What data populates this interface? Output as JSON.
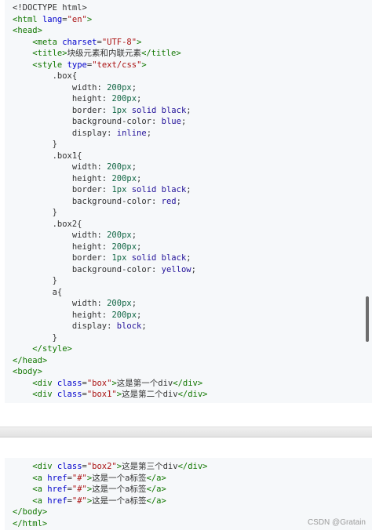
{
  "colors": {
    "tag": "#117700",
    "attr": "#0000cc",
    "string": "#aa1111",
    "number": "#116644",
    "keyword": "#221199",
    "text": "#333333",
    "background": "#f6f8fa"
  },
  "code_top": [
    [
      {
        "t": "<!DOCTYPE html>",
        "c": "plain"
      }
    ],
    [
      {
        "t": "<html ",
        "c": "tag"
      },
      {
        "t": "lang",
        "c": "attr"
      },
      {
        "t": "=",
        "c": "punc"
      },
      {
        "t": "\"en\"",
        "c": "str"
      },
      {
        "t": ">",
        "c": "tag"
      }
    ],
    [
      {
        "t": "<head>",
        "c": "tag"
      }
    ],
    [
      {
        "t": "    "
      },
      {
        "t": "<meta ",
        "c": "tag"
      },
      {
        "t": "charset",
        "c": "attr"
      },
      {
        "t": "=",
        "c": "punc"
      },
      {
        "t": "\"UTF-8\"",
        "c": "str"
      },
      {
        "t": ">",
        "c": "tag"
      }
    ],
    [
      {
        "t": "    "
      },
      {
        "t": "<title>",
        "c": "tag"
      },
      {
        "t": "块级元素和内联元素",
        "c": "plain"
      },
      {
        "t": "</title>",
        "c": "tag"
      }
    ],
    [
      {
        "t": "    "
      },
      {
        "t": "<style ",
        "c": "tag"
      },
      {
        "t": "type",
        "c": "attr"
      },
      {
        "t": "=",
        "c": "punc"
      },
      {
        "t": "\"text/css\"",
        "c": "str"
      },
      {
        "t": ">",
        "c": "tag"
      }
    ],
    [
      {
        "t": "        .box{",
        "c": "sel"
      }
    ],
    [
      {
        "t": "            width: ",
        "c": "prop"
      },
      {
        "t": "200px",
        "c": "num"
      },
      {
        "t": ";",
        "c": "punc"
      }
    ],
    [
      {
        "t": "            height: ",
        "c": "prop"
      },
      {
        "t": "200px",
        "c": "num"
      },
      {
        "t": ";",
        "c": "punc"
      }
    ],
    [
      {
        "t": "            border: ",
        "c": "prop"
      },
      {
        "t": "1px",
        "c": "num"
      },
      {
        "t": " "
      },
      {
        "t": "solid black",
        "c": "kw"
      },
      {
        "t": ";",
        "c": "punc"
      }
    ],
    [
      {
        "t": "            background-color: ",
        "c": "prop"
      },
      {
        "t": "blue",
        "c": "kw"
      },
      {
        "t": ";",
        "c": "punc"
      }
    ],
    [
      {
        "t": "            display: ",
        "c": "prop"
      },
      {
        "t": "inline",
        "c": "kw"
      },
      {
        "t": ";",
        "c": "punc"
      }
    ],
    [
      {
        "t": "        }",
        "c": "punc"
      }
    ],
    [
      {
        "t": "        .box1{",
        "c": "sel"
      }
    ],
    [
      {
        "t": "            width: ",
        "c": "prop"
      },
      {
        "t": "200px",
        "c": "num"
      },
      {
        "t": ";",
        "c": "punc"
      }
    ],
    [
      {
        "t": "            height: ",
        "c": "prop"
      },
      {
        "t": "200px",
        "c": "num"
      },
      {
        "t": ";",
        "c": "punc"
      }
    ],
    [
      {
        "t": "            border: ",
        "c": "prop"
      },
      {
        "t": "1px",
        "c": "num"
      },
      {
        "t": " "
      },
      {
        "t": "solid black",
        "c": "kw"
      },
      {
        "t": ";",
        "c": "punc"
      }
    ],
    [
      {
        "t": "            background-color: ",
        "c": "prop"
      },
      {
        "t": "red",
        "c": "kw"
      },
      {
        "t": ";",
        "c": "punc"
      }
    ],
    [
      {
        "t": "        }",
        "c": "punc"
      }
    ],
    [
      {
        "t": "        .box2{",
        "c": "sel"
      }
    ],
    [
      {
        "t": "            width: ",
        "c": "prop"
      },
      {
        "t": "200px",
        "c": "num"
      },
      {
        "t": ";",
        "c": "punc"
      }
    ],
    [
      {
        "t": "            height: ",
        "c": "prop"
      },
      {
        "t": "200px",
        "c": "num"
      },
      {
        "t": ";",
        "c": "punc"
      }
    ],
    [
      {
        "t": "            border: ",
        "c": "prop"
      },
      {
        "t": "1px",
        "c": "num"
      },
      {
        "t": " "
      },
      {
        "t": "solid black",
        "c": "kw"
      },
      {
        "t": ";",
        "c": "punc"
      }
    ],
    [
      {
        "t": "            background-color: ",
        "c": "prop"
      },
      {
        "t": "yellow",
        "c": "kw"
      },
      {
        "t": ";",
        "c": "punc"
      }
    ],
    [
      {
        "t": "        }",
        "c": "punc"
      }
    ],
    [
      {
        "t": "        a{",
        "c": "sel"
      }
    ],
    [
      {
        "t": "            width: ",
        "c": "prop"
      },
      {
        "t": "200px",
        "c": "num"
      },
      {
        "t": ";",
        "c": "punc"
      }
    ],
    [
      {
        "t": "            height: ",
        "c": "prop"
      },
      {
        "t": "200px",
        "c": "num"
      },
      {
        "t": ";",
        "c": "punc"
      }
    ],
    [
      {
        "t": "            display: ",
        "c": "prop"
      },
      {
        "t": "block",
        "c": "kw"
      },
      {
        "t": ";",
        "c": "punc"
      }
    ],
    [
      {
        "t": "        }",
        "c": "punc"
      }
    ],
    [
      {
        "t": "    "
      },
      {
        "t": "</style>",
        "c": "tag"
      }
    ],
    [
      {
        "t": "</head>",
        "c": "tag"
      }
    ],
    [
      {
        "t": "<body>",
        "c": "tag"
      }
    ],
    [
      {
        "t": "    "
      },
      {
        "t": "<div ",
        "c": "tag"
      },
      {
        "t": "class",
        "c": "attr"
      },
      {
        "t": "=",
        "c": "punc"
      },
      {
        "t": "\"box\"",
        "c": "str"
      },
      {
        "t": ">",
        "c": "tag"
      },
      {
        "t": "这是第一个div",
        "c": "plain"
      },
      {
        "t": "</div>",
        "c": "tag"
      }
    ],
    [
      {
        "t": "    "
      },
      {
        "t": "<div ",
        "c": "tag"
      },
      {
        "t": "class",
        "c": "attr"
      },
      {
        "t": "=",
        "c": "punc"
      },
      {
        "t": "\"box1\"",
        "c": "str"
      },
      {
        "t": ">",
        "c": "tag"
      },
      {
        "t": "这是第二个div",
        "c": "plain"
      },
      {
        "t": "</div>",
        "c": "tag"
      }
    ]
  ],
  "code_bottom": [
    [
      {
        "t": "    "
      },
      {
        "t": "<div ",
        "c": "tag"
      },
      {
        "t": "class",
        "c": "attr"
      },
      {
        "t": "=",
        "c": "punc"
      },
      {
        "t": "\"box2\"",
        "c": "str"
      },
      {
        "t": ">",
        "c": "tag"
      },
      {
        "t": "这是第三个div",
        "c": "plain"
      },
      {
        "t": "</div>",
        "c": "tag"
      }
    ],
    [
      {
        "t": "    "
      },
      {
        "t": "<a ",
        "c": "tag"
      },
      {
        "t": "href",
        "c": "attr"
      },
      {
        "t": "=",
        "c": "punc"
      },
      {
        "t": "\"#\"",
        "c": "str"
      },
      {
        "t": ">",
        "c": "tag"
      },
      {
        "t": "这是一个a标签",
        "c": "plain"
      },
      {
        "t": "</a>",
        "c": "tag"
      }
    ],
    [
      {
        "t": "    "
      },
      {
        "t": "<a ",
        "c": "tag"
      },
      {
        "t": "href",
        "c": "attr"
      },
      {
        "t": "=",
        "c": "punc"
      },
      {
        "t": "\"#\"",
        "c": "str"
      },
      {
        "t": ">",
        "c": "tag"
      },
      {
        "t": "这是一个a标签",
        "c": "plain"
      },
      {
        "t": "</a>",
        "c": "tag"
      }
    ],
    [
      {
        "t": "    "
      },
      {
        "t": "<a ",
        "c": "tag"
      },
      {
        "t": "href",
        "c": "attr"
      },
      {
        "t": "=",
        "c": "punc"
      },
      {
        "t": "\"#\"",
        "c": "str"
      },
      {
        "t": ">",
        "c": "tag"
      },
      {
        "t": "这是一个a标签",
        "c": "plain"
      },
      {
        "t": "</a>",
        "c": "tag"
      }
    ],
    [
      {
        "t": "</body>",
        "c": "tag"
      }
    ],
    [
      {
        "t": "</html>",
        "c": "tag"
      }
    ]
  ],
  "watermark": "CSDN @Gratain"
}
